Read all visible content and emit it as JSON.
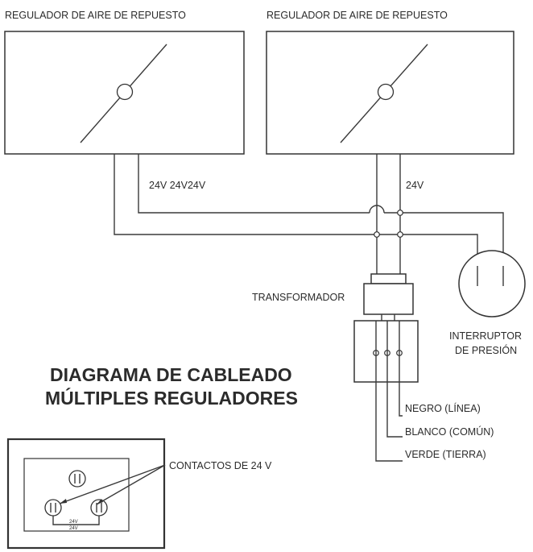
{
  "regulators": [
    {
      "label": "REGULADOR DE AIRE DE REPUESTO"
    },
    {
      "label": "REGULADOR DE AIRE DE REPUESTO"
    }
  ],
  "voltage_left": "24V 24V24V",
  "voltage_right": "24V",
  "transformer_label": "TRANSFORMADOR",
  "pressure_switch_label": [
    "INTERRUPTOR",
    "DE PRESIÓN"
  ],
  "title": [
    "DIAGRAMA DE CABLEADO",
    "MÚLTIPLES REGULADORES"
  ],
  "wires": [
    {
      "label": "NEGRO (LÍNEA)"
    },
    {
      "label": "BLANCO (COMÚN)"
    },
    {
      "label": "VERDE (TIERRA)"
    }
  ],
  "contacts_label": "CONTACTOS DE 24 V",
  "terminal_labels": [
    "24V",
    "24V"
  ]
}
